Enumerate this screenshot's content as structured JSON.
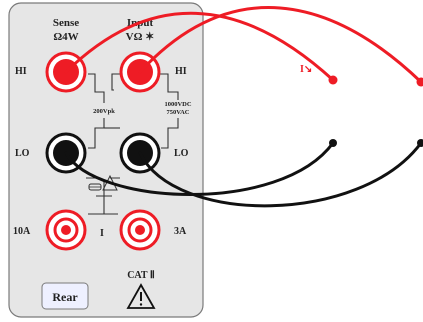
{
  "colors": {
    "panel_fill": "#e6e6e6",
    "panel_stroke": "#7a7a7a",
    "red": "#ee1c25",
    "black": "#111111",
    "line": "#333333"
  },
  "top_labels": {
    "sense": "Sense",
    "sense_sub": "Ω4W",
    "input": "Input",
    "input_sub": "VΩ ✶"
  },
  "side_labels": {
    "hi_left": "HI",
    "hi_right": "HI",
    "lo_left": "LO",
    "lo_right": "LO",
    "amp_10": "10A",
    "amp_3": "3A",
    "common": "I"
  },
  "ratings": {
    "peak": "200Vpk",
    "dc": "1000VDC",
    "ac": "750VAC"
  },
  "cat_label": "CAT Ⅱ",
  "rear_button": "Rear",
  "current_arrow": "I↘",
  "icons": {
    "warning": "warning-triangle-icon",
    "fuse": "fuse-icon"
  }
}
